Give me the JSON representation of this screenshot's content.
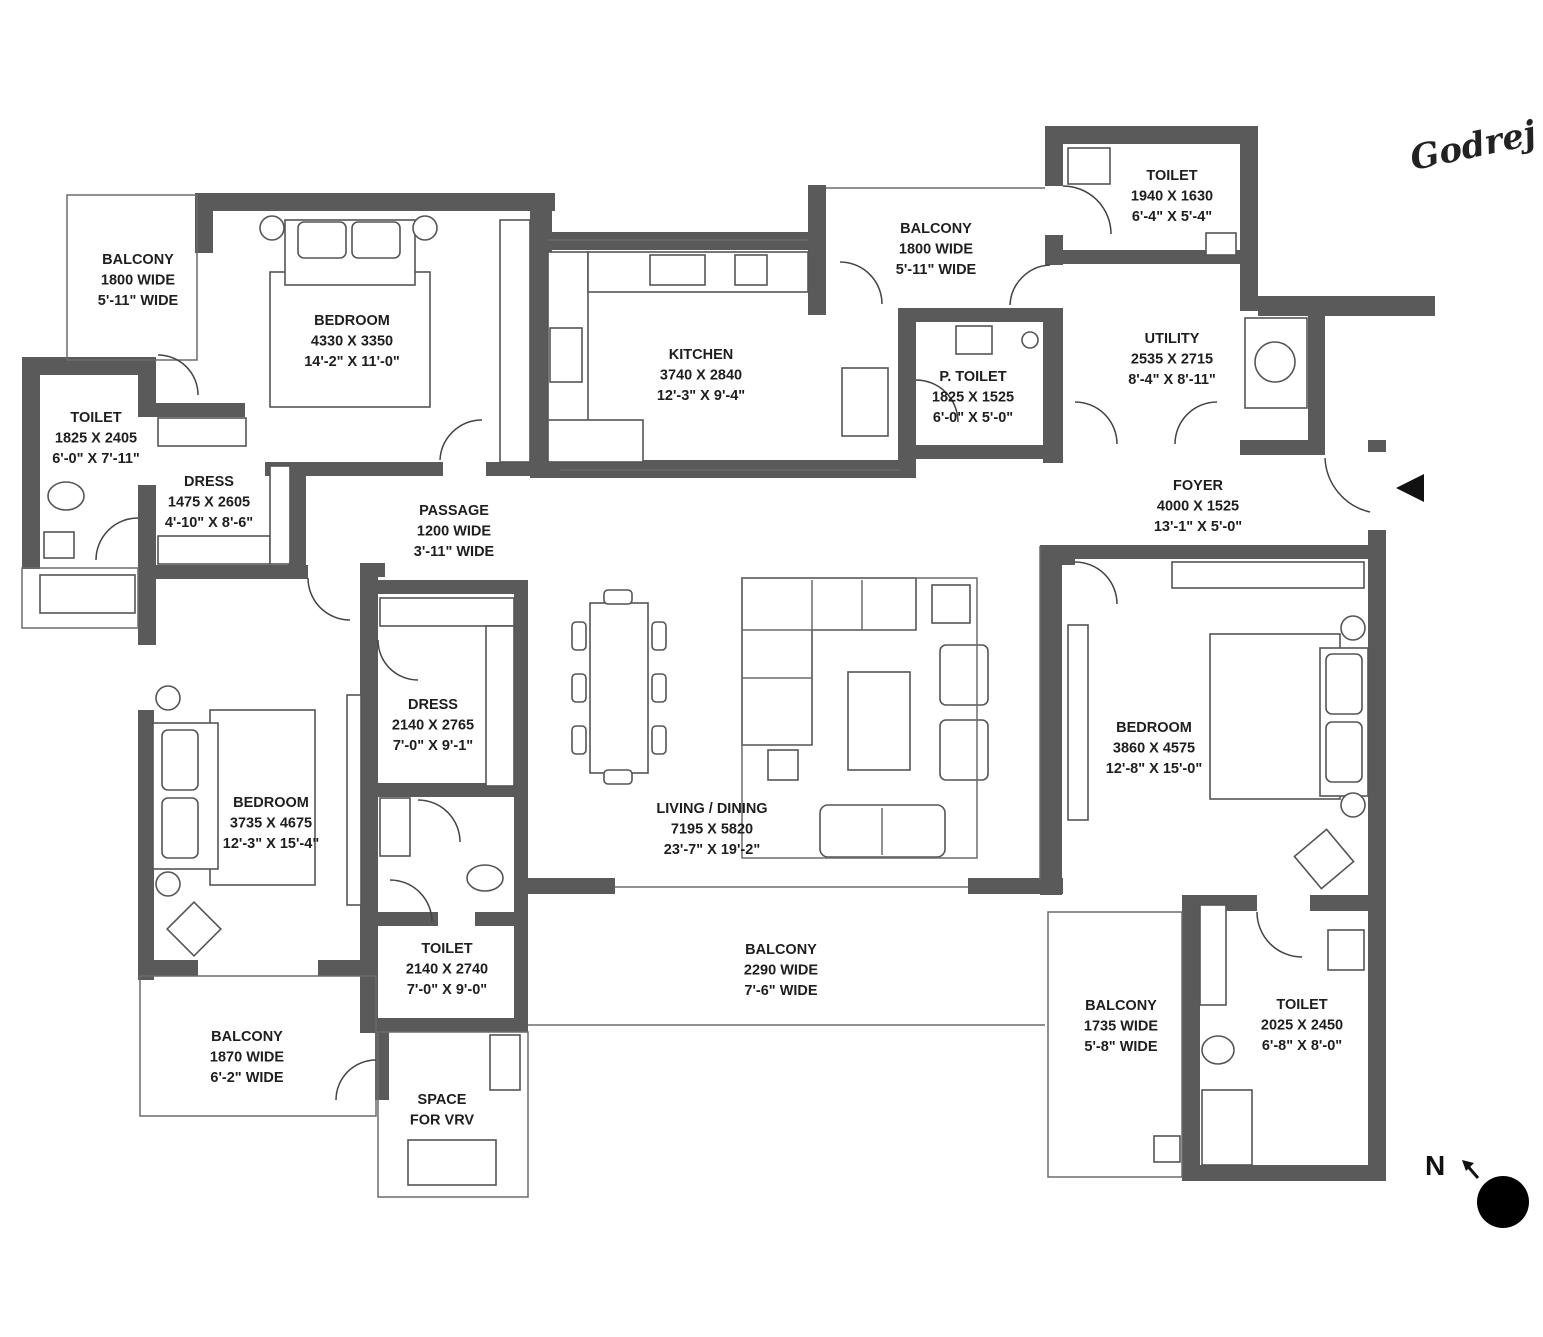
{
  "brand": {
    "logo_text": "Godrej"
  },
  "north": {
    "label": "N"
  },
  "rooms": [
    {
      "id": "balcony-nw",
      "lines": [
        "BALCONY",
        "1800 WIDE",
        "5'-11\" WIDE"
      ]
    },
    {
      "id": "bedroom-nw",
      "lines": [
        "BEDROOM",
        "4330 X 3350",
        "14'-2\" X 11'-0\""
      ]
    },
    {
      "id": "kitchen",
      "lines": [
        "KITCHEN",
        "3740 X 2840",
        "12'-3\" X 9'-4\""
      ]
    },
    {
      "id": "balcony-n",
      "lines": [
        "BALCONY",
        "1800 WIDE",
        "5'-11\" WIDE"
      ]
    },
    {
      "id": "toilet-ne",
      "lines": [
        "TOILET",
        "1940 X 1630",
        "6'-4\" X 5'-4\""
      ]
    },
    {
      "id": "p-toilet",
      "lines": [
        "P. TOILET",
        "1825 X 1525",
        "6'-0\" X 5'-0\""
      ]
    },
    {
      "id": "utility",
      "lines": [
        "UTILITY",
        "2535 X 2715",
        "8'-4\" X 8'-11\""
      ]
    },
    {
      "id": "toilet-w",
      "lines": [
        "TOILET",
        "1825 X 2405",
        "6'-0\" X 7'-11\""
      ]
    },
    {
      "id": "dress-w",
      "lines": [
        "DRESS",
        "1475 X 2605",
        "4'-10\" X 8'-6\""
      ]
    },
    {
      "id": "passage",
      "lines": [
        "PASSAGE",
        "1200 WIDE",
        "3'-11\" WIDE"
      ]
    },
    {
      "id": "foyer",
      "lines": [
        "FOYER",
        "4000 X 1525",
        "13'-1\" X 5'-0\""
      ]
    },
    {
      "id": "dress-c",
      "lines": [
        "DRESS",
        "2140 X 2765",
        "7'-0\" X 9'-1\""
      ]
    },
    {
      "id": "bedroom-sw",
      "lines": [
        "BEDROOM",
        "3735 X 4675",
        "12'-3\" X 15'-4\""
      ]
    },
    {
      "id": "living-dining",
      "lines": [
        "LIVING / DINING",
        "7195 X 5820",
        "23'-7\" X 19'-2\""
      ]
    },
    {
      "id": "bedroom-e",
      "lines": [
        "BEDROOM",
        "3860 X 4575",
        "12'-8\" X 15'-0\""
      ]
    },
    {
      "id": "toilet-c",
      "lines": [
        "TOILET",
        "2140 X 2740",
        "7'-0\" X 9'-0\""
      ]
    },
    {
      "id": "balcony-s",
      "lines": [
        "BALCONY",
        "2290 WIDE",
        "7'-6\" WIDE"
      ]
    },
    {
      "id": "balcony-sw",
      "lines": [
        "BALCONY",
        "1870 WIDE",
        "6'-2\" WIDE"
      ]
    },
    {
      "id": "vrv",
      "lines": [
        "SPACE",
        "FOR VRV"
      ]
    },
    {
      "id": "balcony-se",
      "lines": [
        "BALCONY",
        "1735 WIDE",
        "5'-8\" WIDE"
      ]
    },
    {
      "id": "toilet-se",
      "lines": [
        "TOILET",
        "2025 X 2450",
        "6'-8\" X 8'-0\""
      ]
    }
  ],
  "colors": {
    "wall": "#5a5a5a",
    "line": "#555555",
    "text": "#1e1e1e"
  }
}
